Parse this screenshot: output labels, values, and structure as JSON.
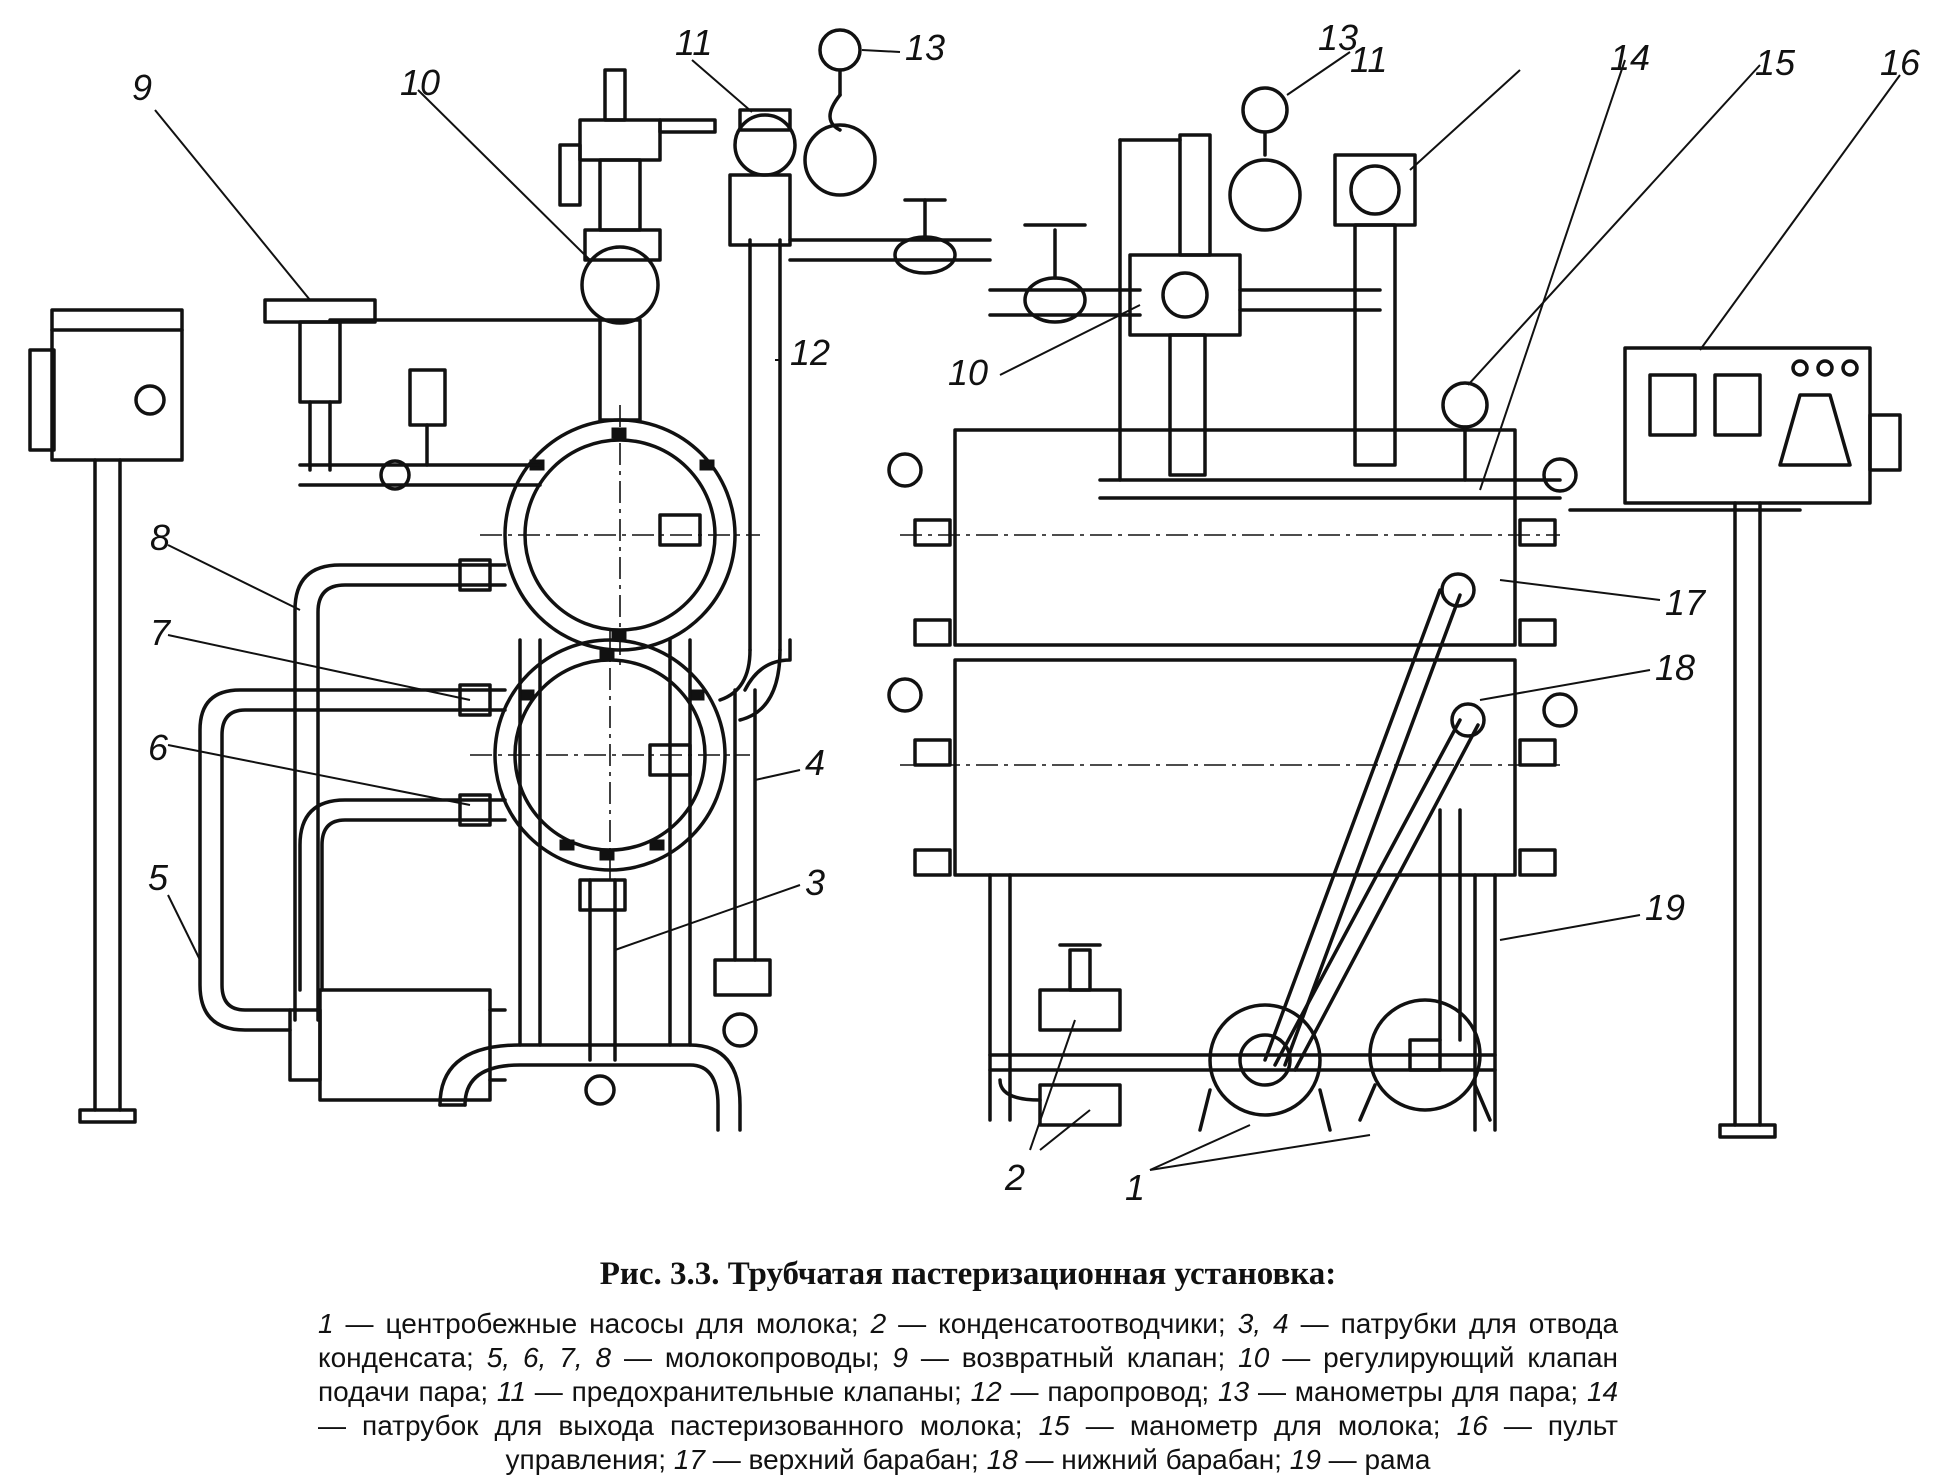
{
  "figure": {
    "callouts": [
      "1",
      "2",
      "3",
      "4",
      "5",
      "6",
      "7",
      "8",
      "9",
      "10",
      "10",
      "11",
      "11",
      "12",
      "13",
      "13",
      "14",
      "15",
      "16",
      "17",
      "18",
      "19"
    ]
  },
  "caption": {
    "title": "Рис. 3.3. Трубчатая пастеризационная установка:",
    "legend": [
      {
        "num": "1",
        "text": "центробежные насосы для молока;"
      },
      {
        "num": "2",
        "text": "конденсатоотводчики;"
      },
      {
        "num": "3, 4",
        "text": "патрубки для отвода конденсата;"
      },
      {
        "num": "5, 6, 7, 8",
        "text": "молокопроводы;"
      },
      {
        "num": "9",
        "text": "возвратный клапан;"
      },
      {
        "num": "10",
        "text": "регулирующий клапан подачи пара;"
      },
      {
        "num": "11",
        "text": "предохранительные клапаны;"
      },
      {
        "num": "12",
        "text": "паропровод;"
      },
      {
        "num": "13",
        "text": "манометры для пара;"
      },
      {
        "num": "14",
        "text": "патрубок для выхода пастеризованного молока;"
      },
      {
        "num": "15",
        "text": "манометр для молока;"
      },
      {
        "num": "16",
        "text": "пульт управления;"
      },
      {
        "num": "17",
        "text": "верхний барабан;"
      },
      {
        "num": "18",
        "text": "нижний барабан;"
      },
      {
        "num": "19",
        "text": "рама"
      }
    ]
  }
}
